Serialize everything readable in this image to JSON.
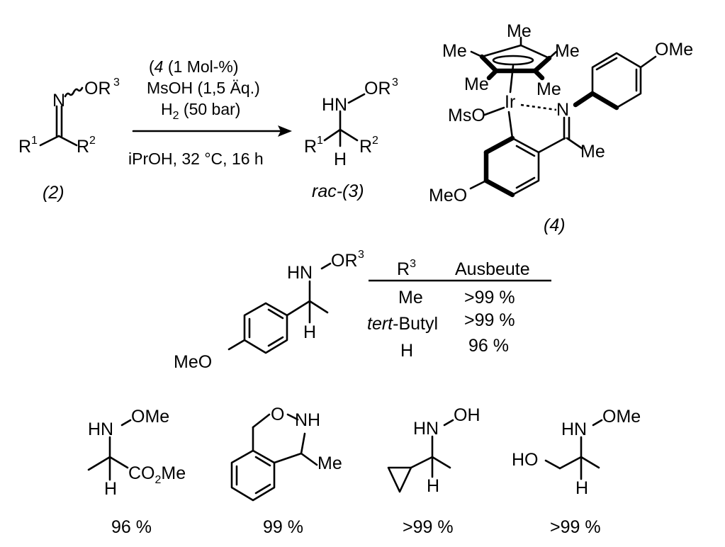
{
  "reaction": {
    "reactant_label": "(2)",
    "product_label": "rac-(3)",
    "catalyst_label": "(4)",
    "conditions": {
      "line1": "(4) (1 Mol-%)",
      "line1_num": "4",
      "line1_rest": " (1 Mol-%)",
      "line2": "MsOH (1,5 Äq.)",
      "line3_main": "H",
      "line3_sub": "2",
      "line3_rest": " (50 bar)",
      "line4": "iPrOH, 32 °C, 16 h"
    },
    "reactant_atoms": {
      "n": "N",
      "or": "OR",
      "r1": "R",
      "r2": "R",
      "sup1": "1",
      "sup2": "2",
      "sup3": "3"
    },
    "product_atoms": {
      "hn": "HN",
      "or": "OR",
      "r1": "R",
      "r2": "R",
      "h": "H",
      "sup1": "1",
      "sup2": "2",
      "sup3": "3"
    },
    "catalyst_atoms": {
      "ir": "Ir",
      "mso": "MsO",
      "n": "N",
      "me_top": "Me",
      "me_left": "Me",
      "me_right": "Me",
      "me_lower_left": "Me",
      "me_lower_right": "Me",
      "me_imine": "Me",
      "ome": "OMe",
      "meo": "MeO"
    }
  },
  "table": {
    "headers": {
      "r3": "R",
      "r3_sup": "3",
      "yield": "Ausbeute"
    },
    "rows": [
      {
        "r3": "Me",
        "yield": ">99 %"
      },
      {
        "r3_italic": "tert",
        "r3_rest": "-Butyl",
        "yield": ">99 %"
      },
      {
        "r3": "H",
        "yield": "96 %"
      }
    ],
    "structure": {
      "hn": "HN",
      "or": "OR",
      "sup": "3",
      "h": "H",
      "meo": "MeO"
    }
  },
  "examples": [
    {
      "yield": "96 %",
      "atoms": {
        "hn": "HN",
        "ome": "OMe",
        "h": "H",
        "co2me_a": "CO",
        "co2me_sub": "2",
        "co2me_b": "Me"
      }
    },
    {
      "yield": "99 %",
      "atoms": {
        "o": "O",
        "nh": "NH",
        "me": "Me"
      }
    },
    {
      "yield": ">99 %",
      "atoms": {
        "hn": "HN",
        "oh": "OH",
        "h": "H"
      }
    },
    {
      "yield": ">99 %",
      "atoms": {
        "hn": "HN",
        "ome": "OMe",
        "ho": "HO",
        "h": "H"
      }
    }
  ]
}
